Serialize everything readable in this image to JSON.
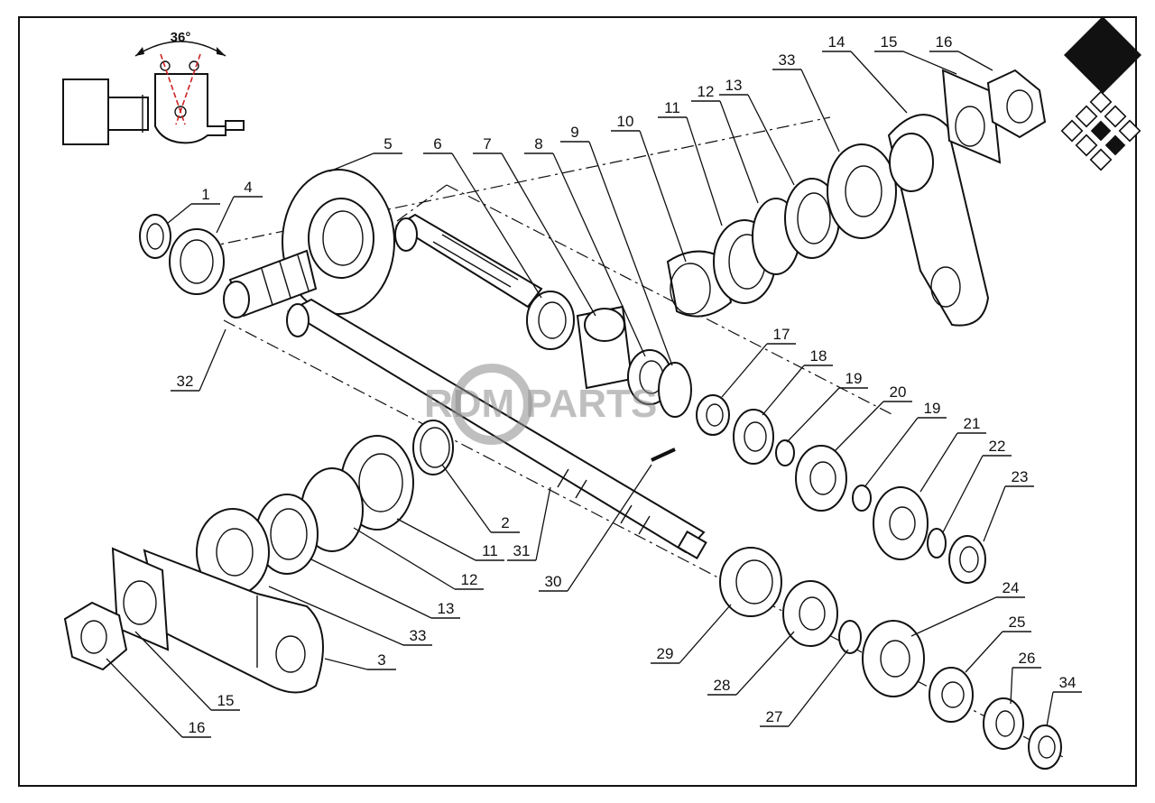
{
  "diagram": {
    "angle_label": "36°",
    "watermark": "RDM PARTS",
    "callouts": [
      {
        "id": "c1",
        "text": "1"
      },
      {
        "id": "c4",
        "text": "4"
      },
      {
        "id": "c5",
        "text": "5"
      },
      {
        "id": "c6",
        "text": "6"
      },
      {
        "id": "c7",
        "text": "7"
      },
      {
        "id": "c8",
        "text": "8"
      },
      {
        "id": "c9",
        "text": "9"
      },
      {
        "id": "c10",
        "text": "10"
      },
      {
        "id": "c11a",
        "text": "11"
      },
      {
        "id": "c12a",
        "text": "12"
      },
      {
        "id": "c13a",
        "text": "13"
      },
      {
        "id": "c33a",
        "text": "33"
      },
      {
        "id": "c14",
        "text": "14"
      },
      {
        "id": "c15a",
        "text": "15"
      },
      {
        "id": "c16a",
        "text": "16"
      },
      {
        "id": "c32",
        "text": "32"
      },
      {
        "id": "c17",
        "text": "17"
      },
      {
        "id": "c18",
        "text": "18"
      },
      {
        "id": "c19a",
        "text": "19"
      },
      {
        "id": "c20",
        "text": "20"
      },
      {
        "id": "c19b",
        "text": "19"
      },
      {
        "id": "c21",
        "text": "21"
      },
      {
        "id": "c22",
        "text": "22"
      },
      {
        "id": "c23",
        "text": "23"
      },
      {
        "id": "c2",
        "text": "2"
      },
      {
        "id": "c11b",
        "text": "11"
      },
      {
        "id": "c31",
        "text": "31"
      },
      {
        "id": "c12b",
        "text": "12"
      },
      {
        "id": "c30",
        "text": "30"
      },
      {
        "id": "c13b",
        "text": "13"
      },
      {
        "id": "c33b",
        "text": "33"
      },
      {
        "id": "c3",
        "text": "3"
      },
      {
        "id": "c15b",
        "text": "15"
      },
      {
        "id": "c16b",
        "text": "16"
      },
      {
        "id": "c29",
        "text": "29"
      },
      {
        "id": "c28",
        "text": "28"
      },
      {
        "id": "c27",
        "text": "27"
      },
      {
        "id": "c24",
        "text": "24"
      },
      {
        "id": "c25",
        "text": "25"
      },
      {
        "id": "c26",
        "text": "26"
      },
      {
        "id": "c34",
        "text": "34"
      }
    ]
  }
}
